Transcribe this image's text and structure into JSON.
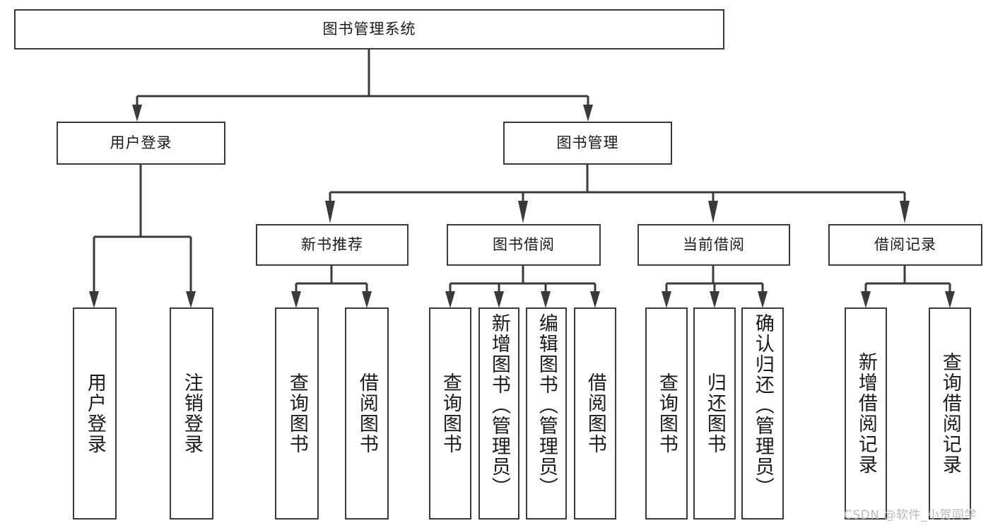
{
  "diagram": {
    "title": "图书管理系统",
    "type": "tree-hierarchy-diagram",
    "colors": {
      "box_border": "#3a3a3a",
      "box_fill": "#ffffff",
      "connector": "#3a3a3a",
      "background": "#ffffff",
      "watermark": "#b9b9b9"
    },
    "root": {
      "label": "图书管理系统"
    },
    "level2": [
      {
        "label": "用户登录"
      },
      {
        "label": "图书管理"
      }
    ],
    "level3": [
      {
        "label": "新书推荐"
      },
      {
        "label": "图书借阅"
      },
      {
        "label": "当前借阅"
      },
      {
        "label": "借阅记录"
      }
    ],
    "leaves": {
      "user_login": [
        {
          "label": "用户登录"
        },
        {
          "label": "注销登录"
        }
      ],
      "new_book_recommend": [
        {
          "label": "查询图书"
        },
        {
          "label": "借阅图书"
        }
      ],
      "book_borrow": [
        {
          "label": "查询图书"
        },
        {
          "label": "新增图书（管理员）"
        },
        {
          "label": "编辑图书（管理员）"
        },
        {
          "label": "借阅图书"
        }
      ],
      "current_borrow": [
        {
          "label": "查询图书"
        },
        {
          "label": "归还图书"
        },
        {
          "label": "确认归还（管理员）"
        }
      ],
      "borrow_record": [
        {
          "label": "新增借阅记录"
        },
        {
          "label": "查询借阅记录"
        }
      ]
    }
  },
  "watermark": {
    "text": "CSDN @软件_小贺同学"
  }
}
